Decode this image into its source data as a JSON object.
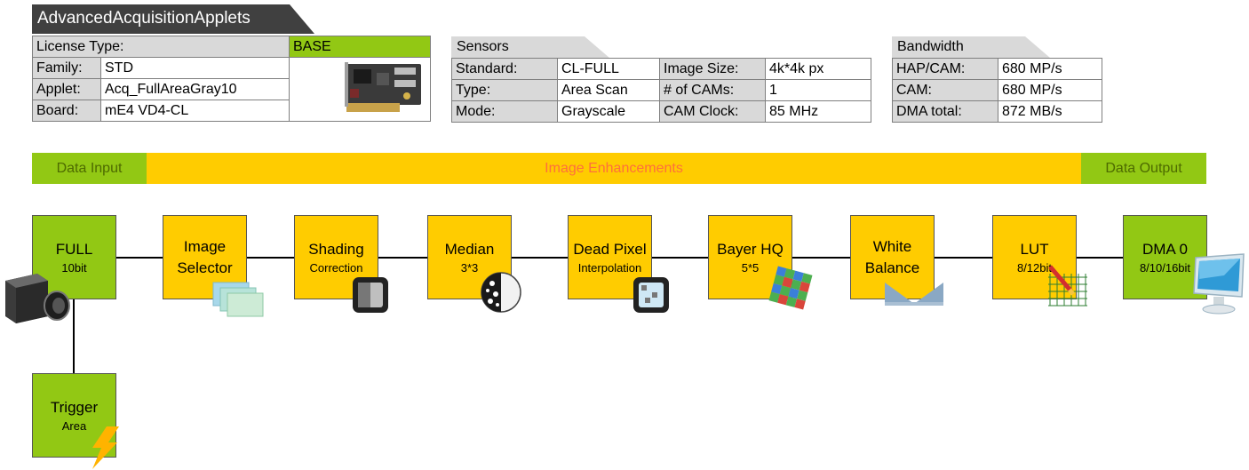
{
  "title": "AdvancedAcquisitionApplets",
  "license": {
    "label": "License Type:",
    "value": "BASE",
    "rows": [
      {
        "label": "Family:",
        "value": "STD"
      },
      {
        "label": "Applet:",
        "value": "Acq_FullAreaGray10"
      },
      {
        "label": "Board:",
        "value": "mE4 VD4-CL"
      }
    ]
  },
  "sensors": {
    "title": "Sensors",
    "rows": [
      {
        "label": "Standard:",
        "value": "CL-FULL",
        "label2": "Image Size:",
        "value2": "4k*4k px"
      },
      {
        "label": "Type:",
        "value": "Area Scan",
        "label2": "# of CAMs:",
        "value2": "1"
      },
      {
        "label": "Mode:",
        "value": "Grayscale",
        "label2": "CAM Clock:",
        "value2": "85 MHz"
      }
    ]
  },
  "bandwidth": {
    "title": "Bandwidth",
    "rows": [
      {
        "label": "HAP/CAM:",
        "value": "680 MP/s"
      },
      {
        "label": "CAM:",
        "value": "680 MP/s"
      },
      {
        "label": "DMA total:",
        "value": "872 MB/s"
      }
    ]
  },
  "stages": {
    "input": "Data Input",
    "enhancements": "Image Enhancements",
    "output": "Data Output"
  },
  "blocks": [
    {
      "title": "FULL",
      "sub": "10bit",
      "icon": "camera-icon"
    },
    {
      "title": "Image Selector",
      "sub": "",
      "icon": "image-stack-icon"
    },
    {
      "title": "Shading",
      "sub": "Correction",
      "icon": "shading-icon"
    },
    {
      "title": "Median",
      "sub": "3*3",
      "icon": "median-icon"
    },
    {
      "title": "Dead Pixel",
      "sub": "Interpolation",
      "icon": "dead-pixel-icon"
    },
    {
      "title": "Bayer HQ",
      "sub": "5*5",
      "icon": "bayer-grid-icon"
    },
    {
      "title": "White Balance",
      "sub": "",
      "icon": "white-balance-icon"
    },
    {
      "title": "LUT",
      "sub": "8/12bit",
      "icon": "lut-icon"
    },
    {
      "title": "DMA 0",
      "sub": "8/10/16bit",
      "icon": "monitor-icon"
    }
  ],
  "trigger": {
    "title": "Trigger",
    "sub": "Area",
    "icon": "lightning-icon"
  },
  "colors": {
    "green": "#92c814",
    "yellow": "#ffcc00",
    "header": "#404040",
    "label_gray": "#d9d9d9",
    "enhancement_text": "#ff6f3c"
  }
}
